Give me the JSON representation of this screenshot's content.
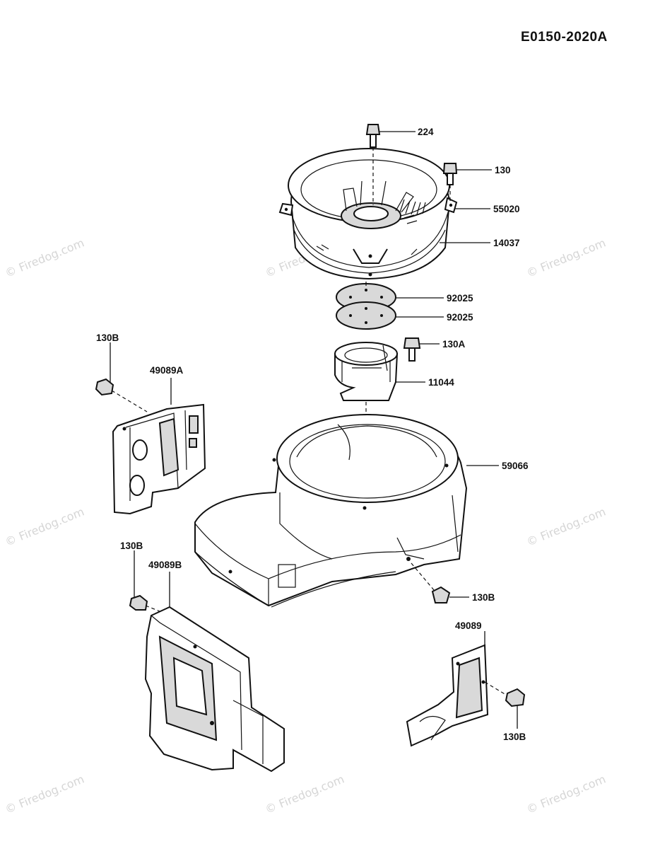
{
  "diagram_code": "E0150-2020A",
  "watermark": "© Firedog.com",
  "callouts": {
    "p224": "224",
    "p130": "130",
    "p55020": "55020",
    "p14037": "14037",
    "p92025a": "92025",
    "p92025b": "92025",
    "p130A": "130A",
    "p11044": "11044",
    "p59066": "59066",
    "p130B_top": "130B",
    "p49089A": "49089A",
    "p130B_mid": "130B",
    "p49089B": "49089B",
    "p130B_right": "130B",
    "p49089": "49089",
    "p130B_bottom": "130B"
  }
}
